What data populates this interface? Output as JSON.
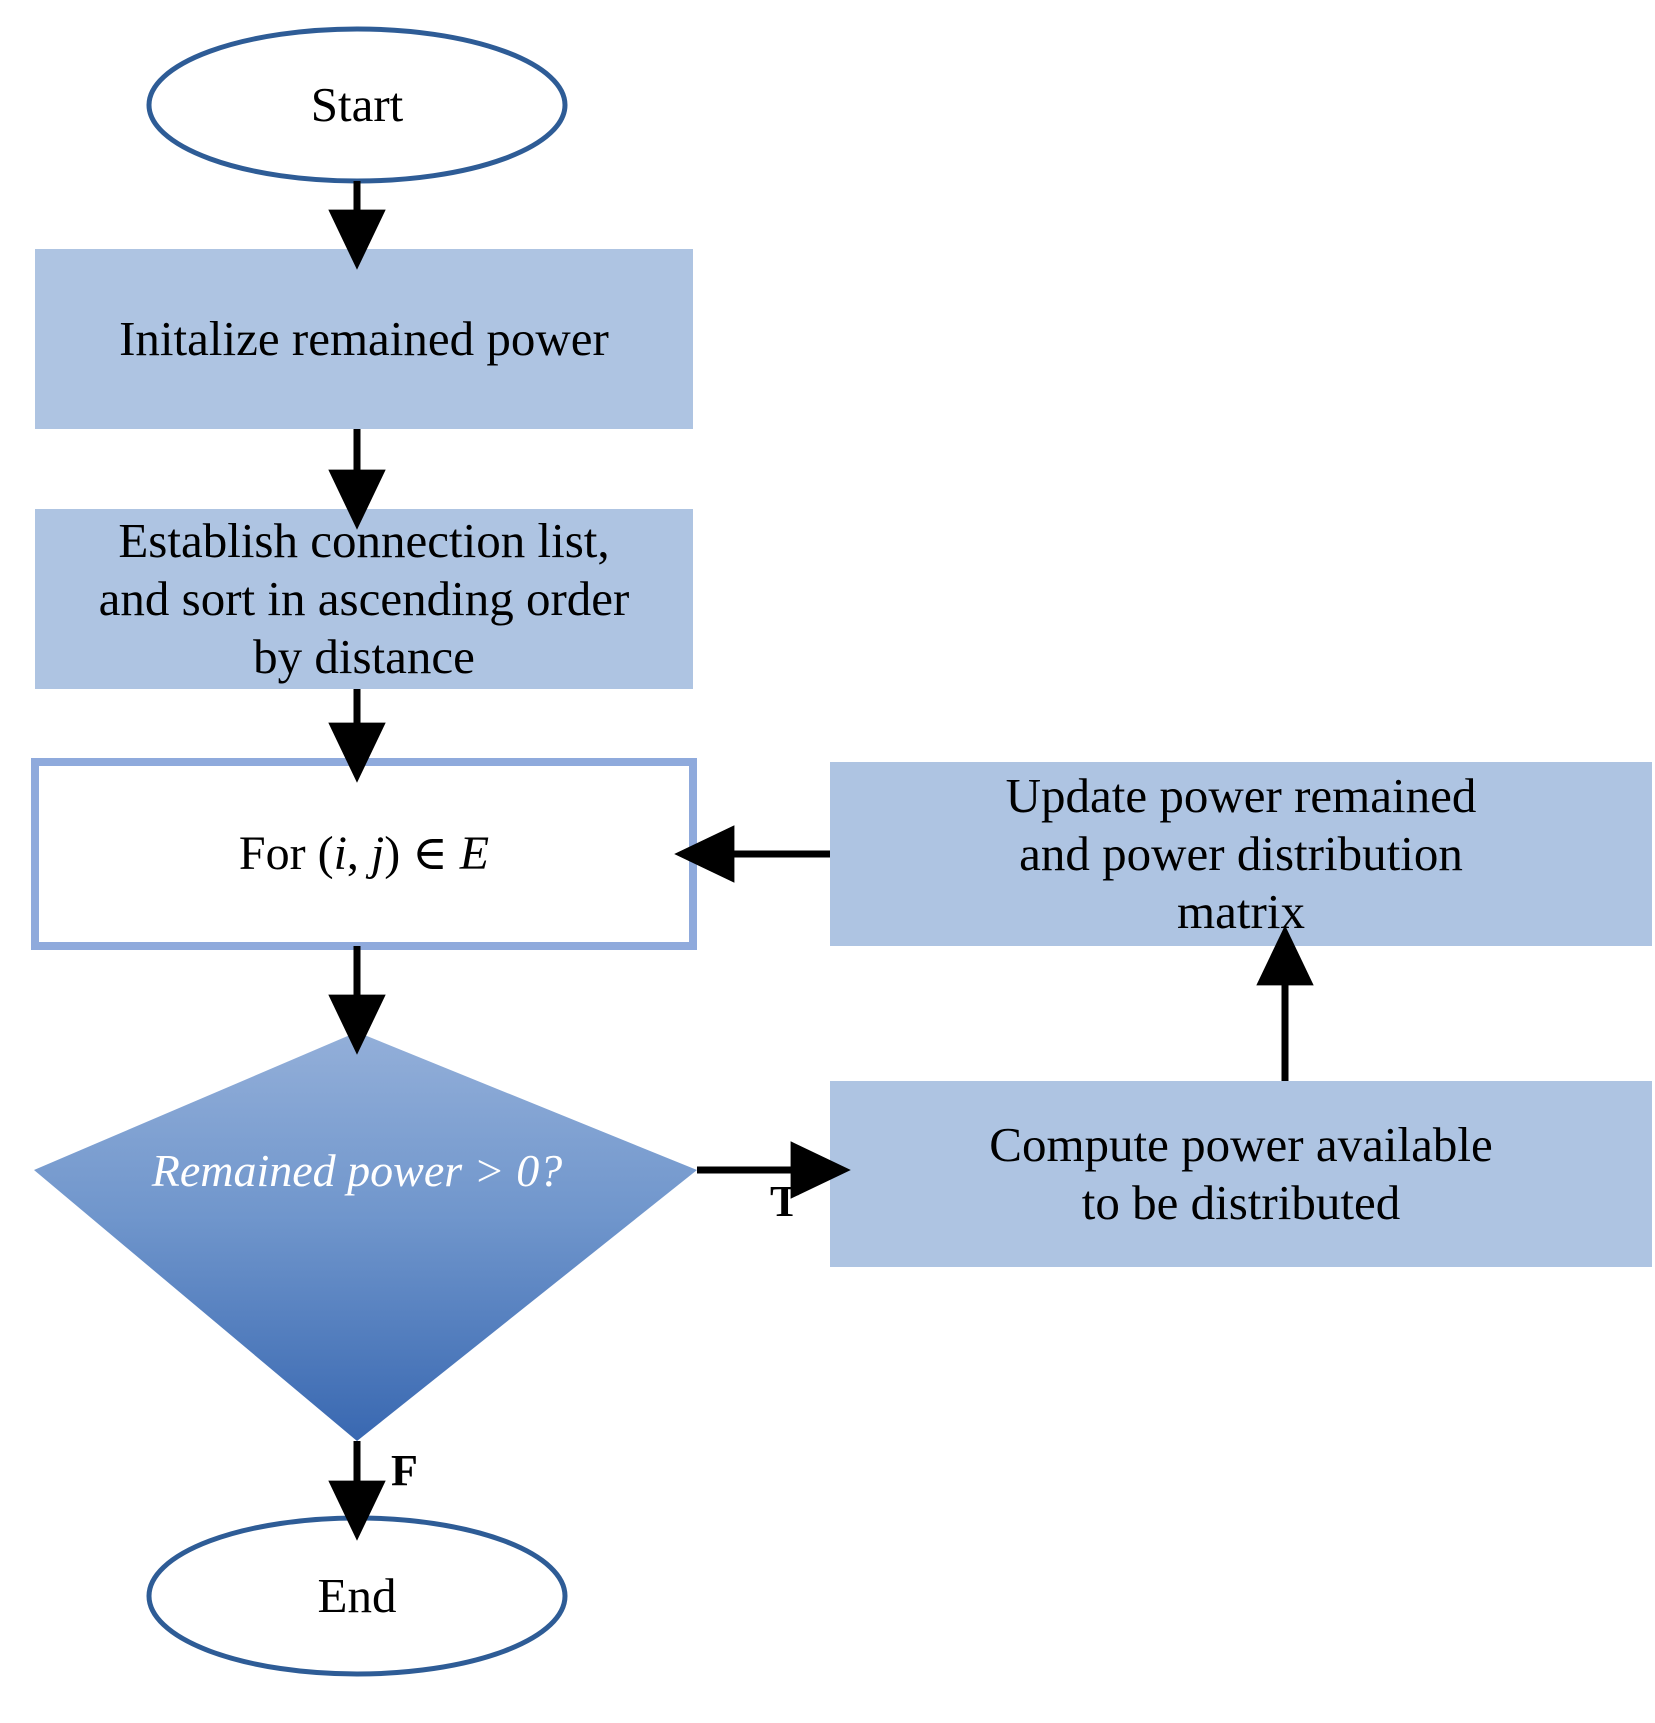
{
  "diagram": {
    "title": "Power distribution algorithm flowchart",
    "colors": {
      "terminator_stroke": "#2E5C96",
      "terminator_fill": "#FFFFFF",
      "process_fill": "#AEC4E2",
      "loop_box_fill": "#FFFFFF",
      "loop_box_stroke": "#8FAADC",
      "decision_fill_top": "#8AA9D6",
      "decision_fill_bottom": "#3C6CB4",
      "decision_text": "#FFFFFF",
      "connector": "#000000",
      "background": "#FFFFFF"
    },
    "nodes": [
      {
        "id": "start",
        "shape": "ellipse",
        "label": "Start"
      },
      {
        "id": "initialize",
        "shape": "process",
        "label": "Initalize  remained power"
      },
      {
        "id": "establish",
        "shape": "process",
        "label": "Establish connection list,\nand sort in ascending order\nby distance"
      },
      {
        "id": "for-loop",
        "shape": "loop-box",
        "label": "For (i, j) ∈ E",
        "label_plain": "For (i, j) ∈ E"
      },
      {
        "id": "decision",
        "shape": "diamond",
        "label": "Remained power > 0?"
      },
      {
        "id": "compute",
        "shape": "process",
        "label": "Compute power available\nto be distributed"
      },
      {
        "id": "update",
        "shape": "process",
        "label": "Update power remained\nand power distribution\nmatrix"
      },
      {
        "id": "end",
        "shape": "ellipse",
        "label": "End"
      }
    ],
    "edges": [
      {
        "id": "start-initialize",
        "from": "start",
        "to": "initialize",
        "label": ""
      },
      {
        "id": "initialize-establish",
        "from": "initialize",
        "to": "establish",
        "label": ""
      },
      {
        "id": "establish-for",
        "from": "establish",
        "to": "for-loop",
        "label": ""
      },
      {
        "id": "for-decision",
        "from": "for-loop",
        "to": "decision",
        "label": ""
      },
      {
        "id": "decision-compute",
        "from": "decision",
        "to": "compute",
        "label": "T"
      },
      {
        "id": "compute-update",
        "from": "compute",
        "to": "update",
        "label": ""
      },
      {
        "id": "update-for",
        "from": "update",
        "to": "for-loop",
        "label": ""
      },
      {
        "id": "decision-end",
        "from": "decision",
        "to": "end",
        "label": "F"
      }
    ],
    "branch_labels": {
      "true": "T",
      "false": "F"
    }
  }
}
